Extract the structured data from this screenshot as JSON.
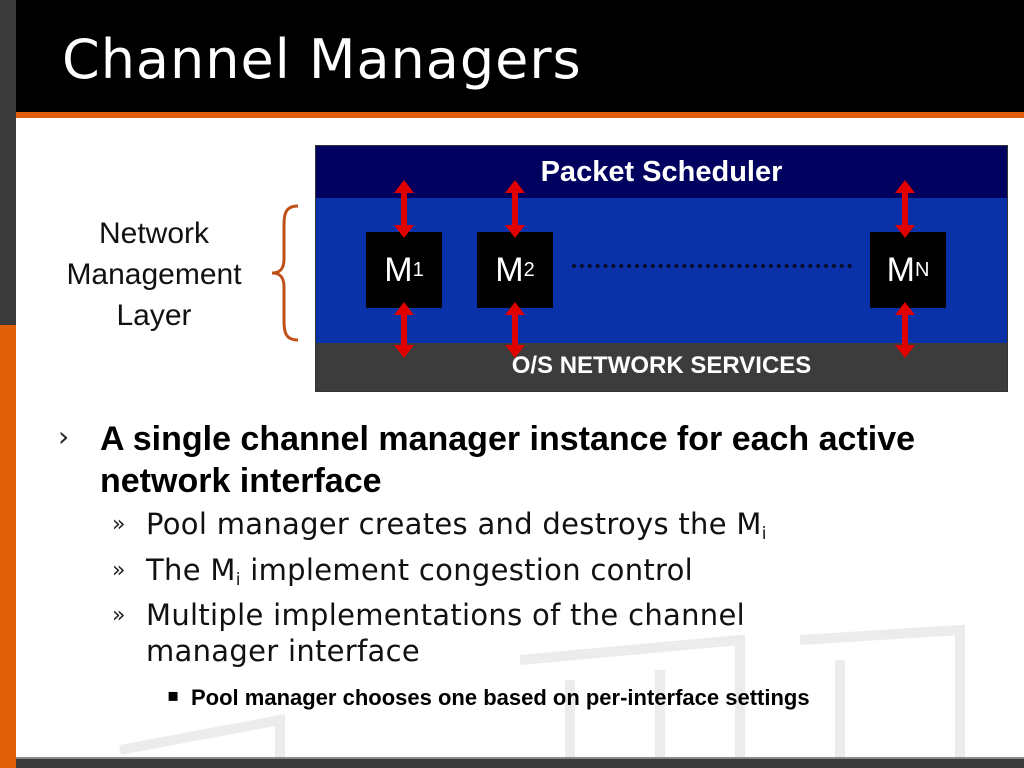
{
  "title": "Channel Managers",
  "diagram": {
    "scheduler_label": "Packet Scheduler",
    "os_label": "O/S NETWORK SERVICES",
    "managers": [
      {
        "base": "M",
        "sub": "1"
      },
      {
        "base": "M",
        "sub": "2"
      },
      {
        "base": "M",
        "sub": "N"
      }
    ],
    "layer_label_lines": [
      "Network",
      "Management",
      "Layer"
    ]
  },
  "bullets": {
    "level1": {
      "marker": "›",
      "text": "A single channel manager instance for each active network interface"
    },
    "level2": [
      {
        "marker": "»",
        "text_before": "Pool manager creates and destroys the M",
        "sub": "i",
        "text_after": ""
      },
      {
        "marker": "»",
        "text_before": "The M",
        "sub": "i",
        "text_after": " implement congestion control"
      },
      {
        "marker": "»",
        "text_before": "Multiple implementations of the channel manager interface",
        "sub": "",
        "text_after": ""
      }
    ],
    "level3": {
      "marker": "▪",
      "text": "Pool manager chooses one based on per-interface settings"
    }
  },
  "colors": {
    "accent": "#e0600a",
    "title_bar": "#000000",
    "scheduler_band": "#00005e",
    "manager_band": "#0a32a8",
    "os_band": "#3c3c3c",
    "arrow": "#e00000"
  }
}
